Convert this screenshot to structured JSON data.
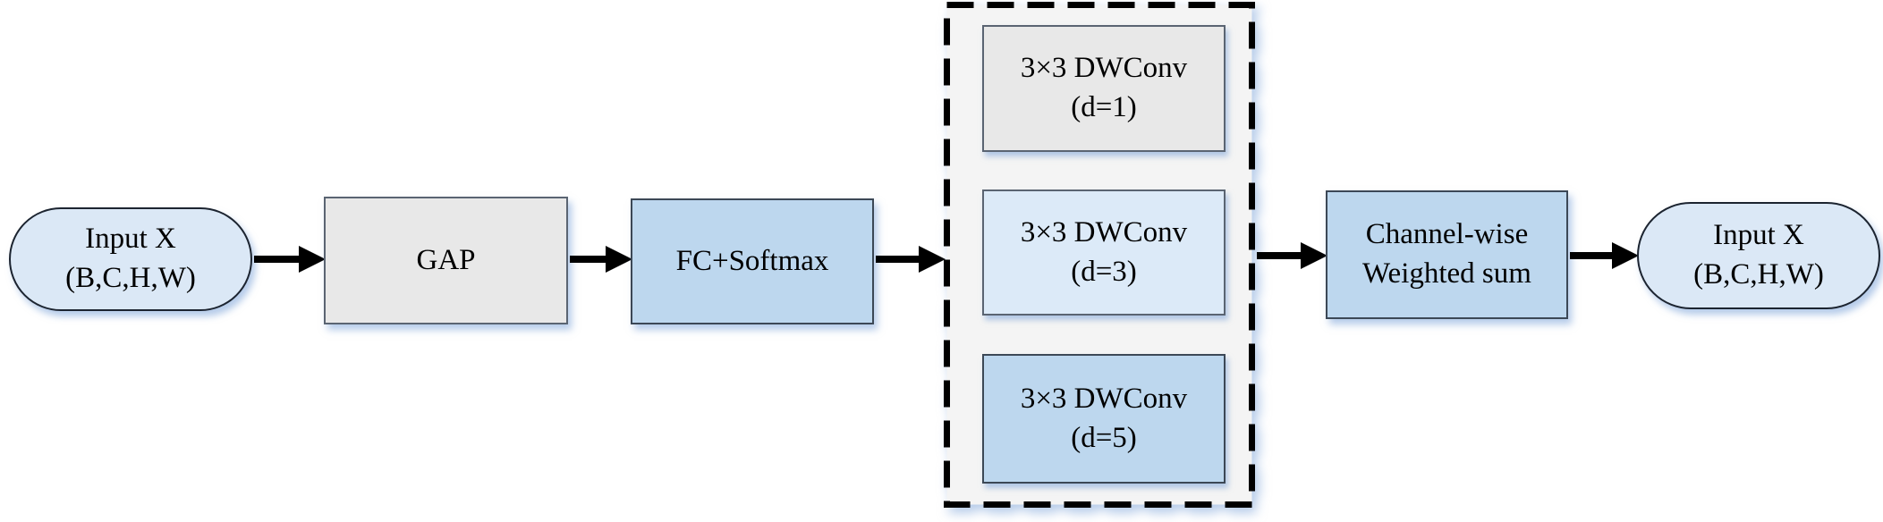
{
  "colors": {
    "pill_fill": "#dbe8f6",
    "pill_border": "#1c2430",
    "gray_fill": "#e8e8e8",
    "blue_fill": "#bdd7ee",
    "light_blue_fill": "#dceaf8",
    "container_fill": "#f4f4f4",
    "box_border": "#5a6472",
    "blue_box_border": "#3c4856",
    "dashed_border": "#000000",
    "arrow": "#000000",
    "shadow": "rgba(120,160,215,0.55)"
  },
  "nodes": {
    "input": {
      "line1": "Input X",
      "line2": "(B,C,H,W)"
    },
    "gap": {
      "label": "GAP"
    },
    "fc_softmax": {
      "label": "FC+Softmax"
    },
    "dwconv_d1": {
      "line1": "3×3 DWConv",
      "line2": "(d=1)"
    },
    "dwconv_d3": {
      "line1": "3×3 DWConv",
      "line2": "(d=3)"
    },
    "dwconv_d5": {
      "line1": "3×3 DWConv",
      "line2": "(d=5)"
    },
    "weighted_sum": {
      "line1": "Channel-wise",
      "line2": "Weighted sum"
    },
    "output": {
      "line1": "Input X",
      "line2": "(B,C,H,W)"
    }
  }
}
